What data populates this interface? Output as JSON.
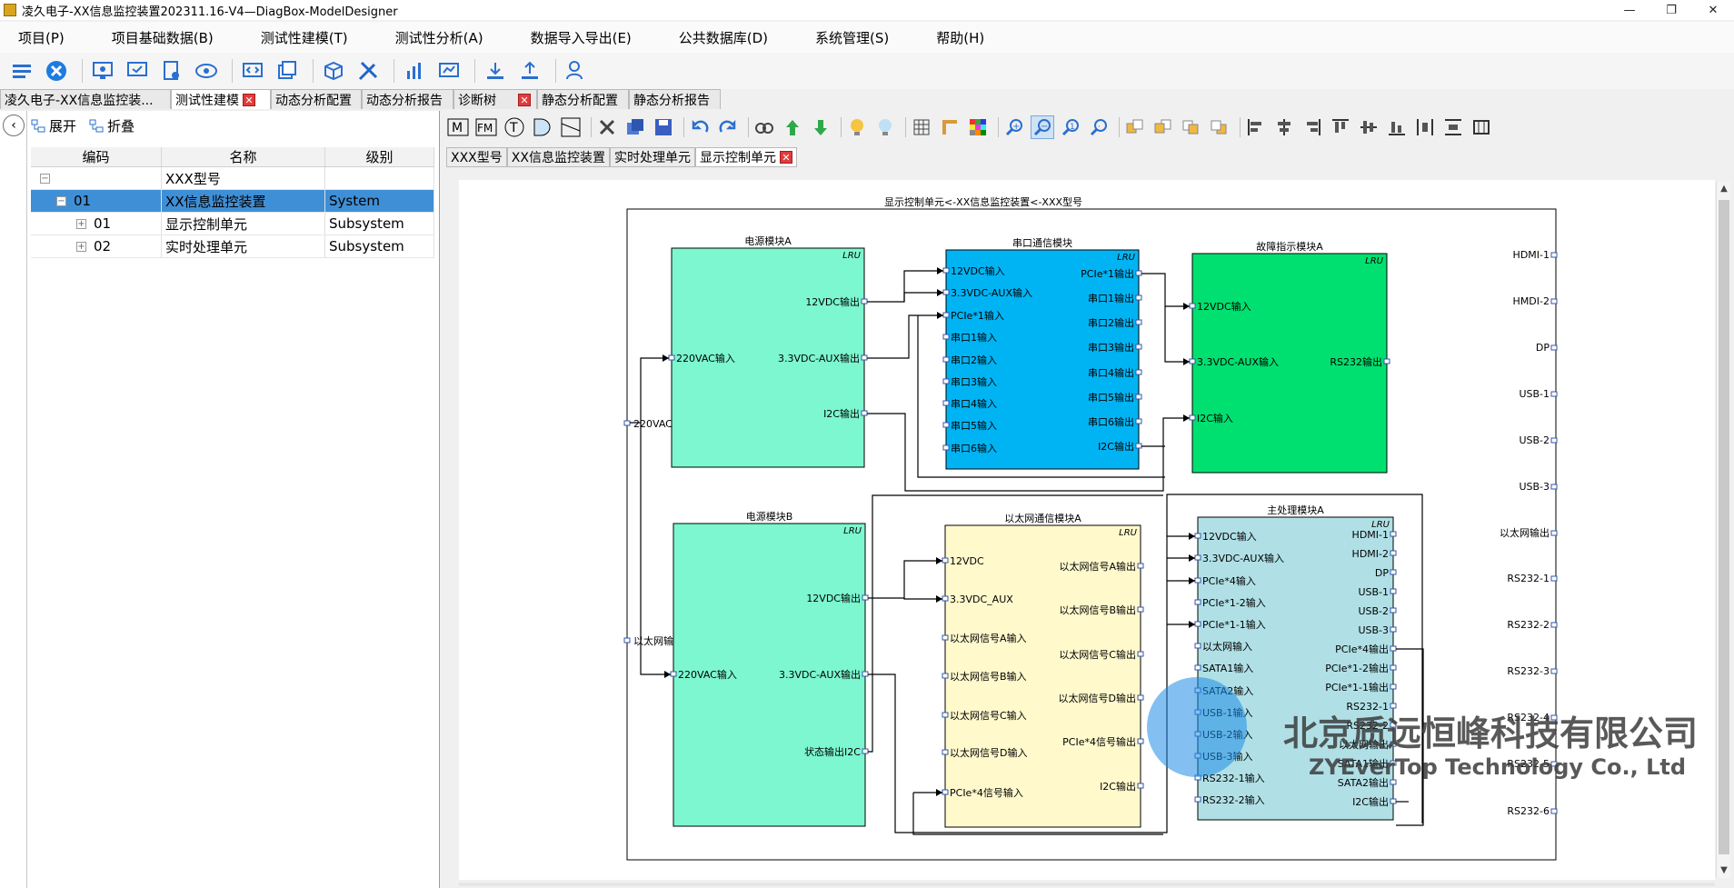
{
  "window": {
    "title": "凌久电子-XX信息监控装置202311.16-V4—DiagBox-ModelDesigner",
    "minimize_glyph": "—",
    "restore_glyph": "❐",
    "close_glyph": "✕"
  },
  "menu": [
    "项目(P)",
    "项目基础数据(B)",
    "测试性建模(T)",
    "测试性分析(A)",
    "数据导入导出(E)",
    "公共数据库(D)",
    "系统管理(S)",
    "帮助(H)"
  ],
  "doc_tabs": [
    {
      "label": "凌久电子-XX信息监控装...",
      "active": false
    },
    {
      "label": "测试性建模",
      "active": true,
      "closable": true
    },
    {
      "label": "动态分析配置",
      "active": false
    },
    {
      "label": "动态分析报告",
      "active": false
    },
    {
      "label": "诊断树",
      "active": false,
      "closable": true
    },
    {
      "label": "静态分析配置",
      "active": false
    },
    {
      "label": "静态分析报告",
      "active": false
    }
  ],
  "tree": {
    "expand_label": "展开",
    "collapse_label": "折叠",
    "headers": [
      "编码",
      "名称",
      "级别"
    ],
    "rows": [
      {
        "code": "",
        "name": "XXX型号",
        "level": "",
        "indent": 0,
        "selected": false
      },
      {
        "code": "01",
        "name": "XX信息监控装置",
        "level": "System",
        "indent": 1,
        "selected": true
      },
      {
        "code": "01",
        "name": "显示控制单元",
        "level": "Subsystem",
        "indent": 2,
        "selected": false
      },
      {
        "code": "02",
        "name": "实时处理单元",
        "level": "Subsystem",
        "indent": 2,
        "selected": false
      }
    ]
  },
  "sub_tabs": [
    {
      "label": "XXX型号",
      "active": false
    },
    {
      "label": "XX信息监控装置",
      "active": false
    },
    {
      "label": "实时处理单元",
      "active": false
    },
    {
      "label": "显示控制单元",
      "active": true,
      "closable": true
    }
  ],
  "diagram": {
    "breadcrumb": "显示控制单元<-XX信息监控装置<-XXX型号",
    "left_ports": [
      "220VAC",
      "以太网输"
    ],
    "right_ports": [
      "HDMI-1",
      "HMDI-2",
      "DP",
      "USB-1",
      "USB-2",
      "USB-3",
      "以太网输出",
      "RS232-1",
      "RS232-2",
      "RS232-3",
      "RS232-4",
      "RS232-5",
      "RS232-6"
    ],
    "lru_tag": "LRU",
    "modules": {
      "powerA": {
        "title": "电源模块A",
        "inputs": [
          "220VAC输入"
        ],
        "outputs": [
          "12VDC输出",
          "3.3VDC-AUX输出",
          "I2C输出"
        ],
        "color": "#7cf7cf"
      },
      "serial": {
        "title": "串口通信模块",
        "inputs": [
          "12VDC输入",
          "3.3VDC-AUX输入",
          "PCIe*1输入",
          "串口1输入",
          "串口2输入",
          "串口3输入",
          "串口4输入",
          "串口5输入",
          "串口6输入"
        ],
        "outputs": [
          "PCIe*1输出",
          "串口1输出",
          "串口2输出",
          "串口3输出",
          "串口4输出",
          "串口5输出",
          "串口6输出",
          "I2C输出"
        ],
        "color": "#00b4f4"
      },
      "fault": {
        "title": "故障指示模块A",
        "inputs": [
          "12VDC输入",
          "3.3VDC-AUX输入",
          "I2C输入"
        ],
        "outputs": [
          "RS232输出"
        ],
        "color": "#00e070"
      },
      "powerB": {
        "title": "电源模块B",
        "inputs": [
          "220VAC输入"
        ],
        "outputs": [
          "12VDC输出",
          "3.3VDC-AUX输出",
          "状态输出I2C"
        ],
        "color": "#7cf7cf"
      },
      "ethernet": {
        "title": "以太网通信模块A",
        "inputs": [
          "12VDC",
          "3.3VDC_AUX",
          "以太网信号A输入",
          "以太网信号B输入",
          "以太网信号C输入",
          "以太网信号D输入",
          "PCIe*4信号输入"
        ],
        "outputs": [
          "以太网信号A输出",
          "以太网信号B输出",
          "以太网信号C输出",
          "以太网信号D输出",
          "PCIe*4信号输出",
          "I2C输出"
        ],
        "color": "#fff9cc"
      },
      "main": {
        "title": "主处理模块A",
        "inputs": [
          "12VDC输入",
          "3.3VDC-AUX输入",
          "PCIe*4输入",
          "PCIe*1-2输入",
          "PCIe*1-1输入",
          "以太网输入",
          "SATA1输入",
          "SATA2输入",
          "USB-1输入",
          "USB-2输入",
          "USB-3输入",
          "RS232-1输入",
          "RS232-2输入"
        ],
        "outputs": [
          "HDMI-1",
          "HDMI-2",
          "DP",
          "USB-1",
          "USB-2",
          "USB-3",
          "PCIe*4输出",
          "PCIe*1-2输出",
          "PCIe*1-1输出",
          "RS232-1",
          "RS232-2",
          "以太网输出",
          "SATA1输出",
          "SATA2输出",
          "I2C输出"
        ],
        "color": "#b0e0e6"
      }
    }
  },
  "watermark": {
    "cn": "北京质远恒峰科技有限公司",
    "en": "ZYEverTop Technology Co., Ltd"
  },
  "toolbar_icons": [
    "list-icon",
    "close-circle-icon",
    "monitor-settings-icon",
    "monitor-check-icon",
    "doc-gear-icon",
    "cloud-gear-icon",
    "screen-code-icon",
    "windows-icon",
    "box-icon",
    "tools-icon",
    "chart-icon",
    "screen-chart-icon",
    "import-icon",
    "export-icon",
    "user-search-icon"
  ],
  "diagram_toolbar_labels": {
    "m": "M",
    "fm": "FM",
    "t": "T"
  },
  "zoom_glyphs": {
    "in": "+",
    "out": "−",
    "fit": "1",
    "other": "·"
  }
}
